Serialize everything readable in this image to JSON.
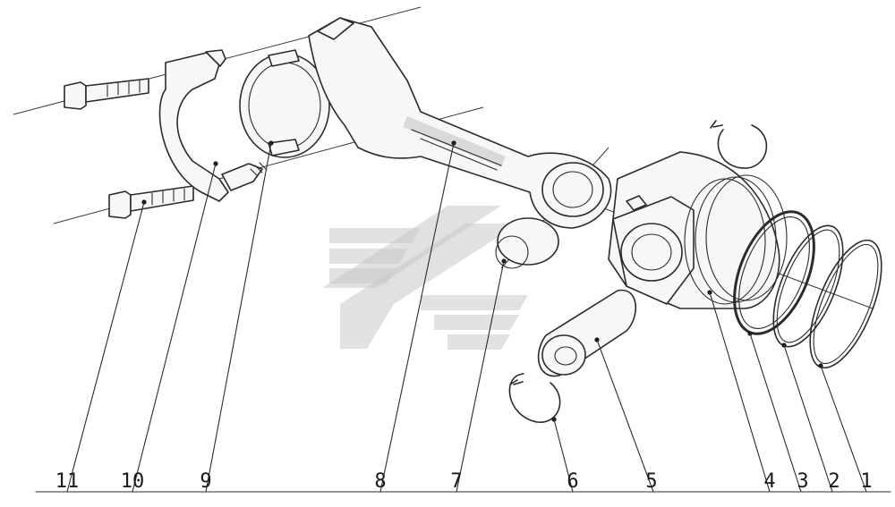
{
  "callouts": [
    {
      "number": "1"
    },
    {
      "number": "2"
    },
    {
      "number": "3"
    },
    {
      "number": "4"
    },
    {
      "number": "5"
    },
    {
      "number": "6"
    },
    {
      "number": "7"
    },
    {
      "number": "8"
    },
    {
      "number": "9"
    },
    {
      "number": "10"
    },
    {
      "number": "11"
    }
  ],
  "colors": {
    "line": "#2b2b2b",
    "watermark": "#c8c8c8",
    "background": "#ffffff"
  }
}
